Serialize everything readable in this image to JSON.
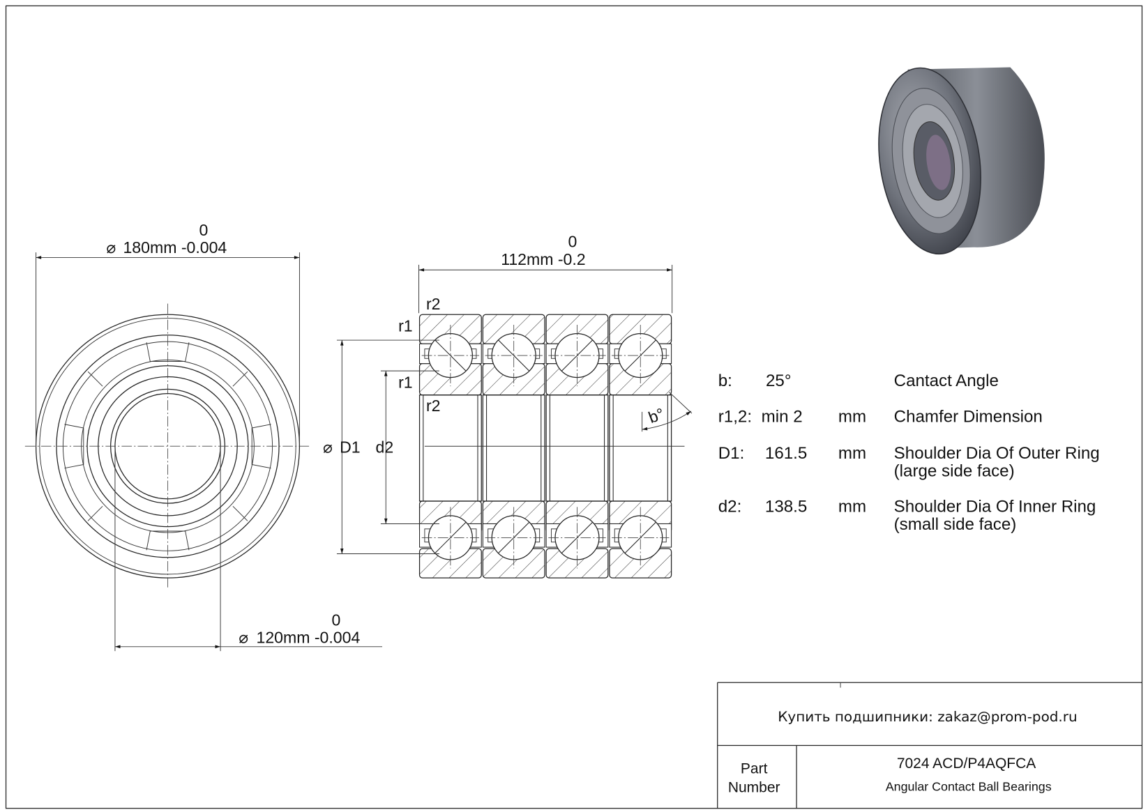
{
  "drawing": {
    "outer_dia": {
      "tolerance_upper": "0",
      "label": "180mm -0.004"
    },
    "bore_dia": {
      "tolerance_upper": "0",
      "label": "120mm -0.004"
    },
    "width": {
      "tolerance_upper": "0",
      "label": "112mm -0.2"
    },
    "diameter_symbol": "⌀",
    "labels": {
      "r2_top": "r2",
      "r1_top": "r1",
      "r1_mid": "r1",
      "r2_mid": "r2",
      "D1": "D1",
      "d2": "d2",
      "angle": "b°"
    }
  },
  "specs": [
    {
      "key": "b:",
      "value": "25°",
      "unit": "",
      "desc": "Cantact Angle",
      "desc2": ""
    },
    {
      "key": "r1,2:",
      "value": "min 2",
      "unit": "mm",
      "desc": "Chamfer Dimension",
      "desc2": ""
    },
    {
      "key": "D1:",
      "value": "161.5",
      "unit": "mm",
      "desc": "Shoulder Dia Of Outer Ring",
      "desc2": "(large side face)"
    },
    {
      "key": "d2:",
      "value": "138.5",
      "unit": "mm",
      "desc": "Shoulder Dia Of Inner Ring",
      "desc2": "(small side face)"
    }
  ],
  "title_block": {
    "contact": "Купить подшипники: zakaz@prom-pod.ru",
    "part_label_1": "Part",
    "part_label_2": "Number",
    "part_number": "7024 ACD/P4AQFCA",
    "part_type": "Angular Contact Ball Bearings"
  }
}
